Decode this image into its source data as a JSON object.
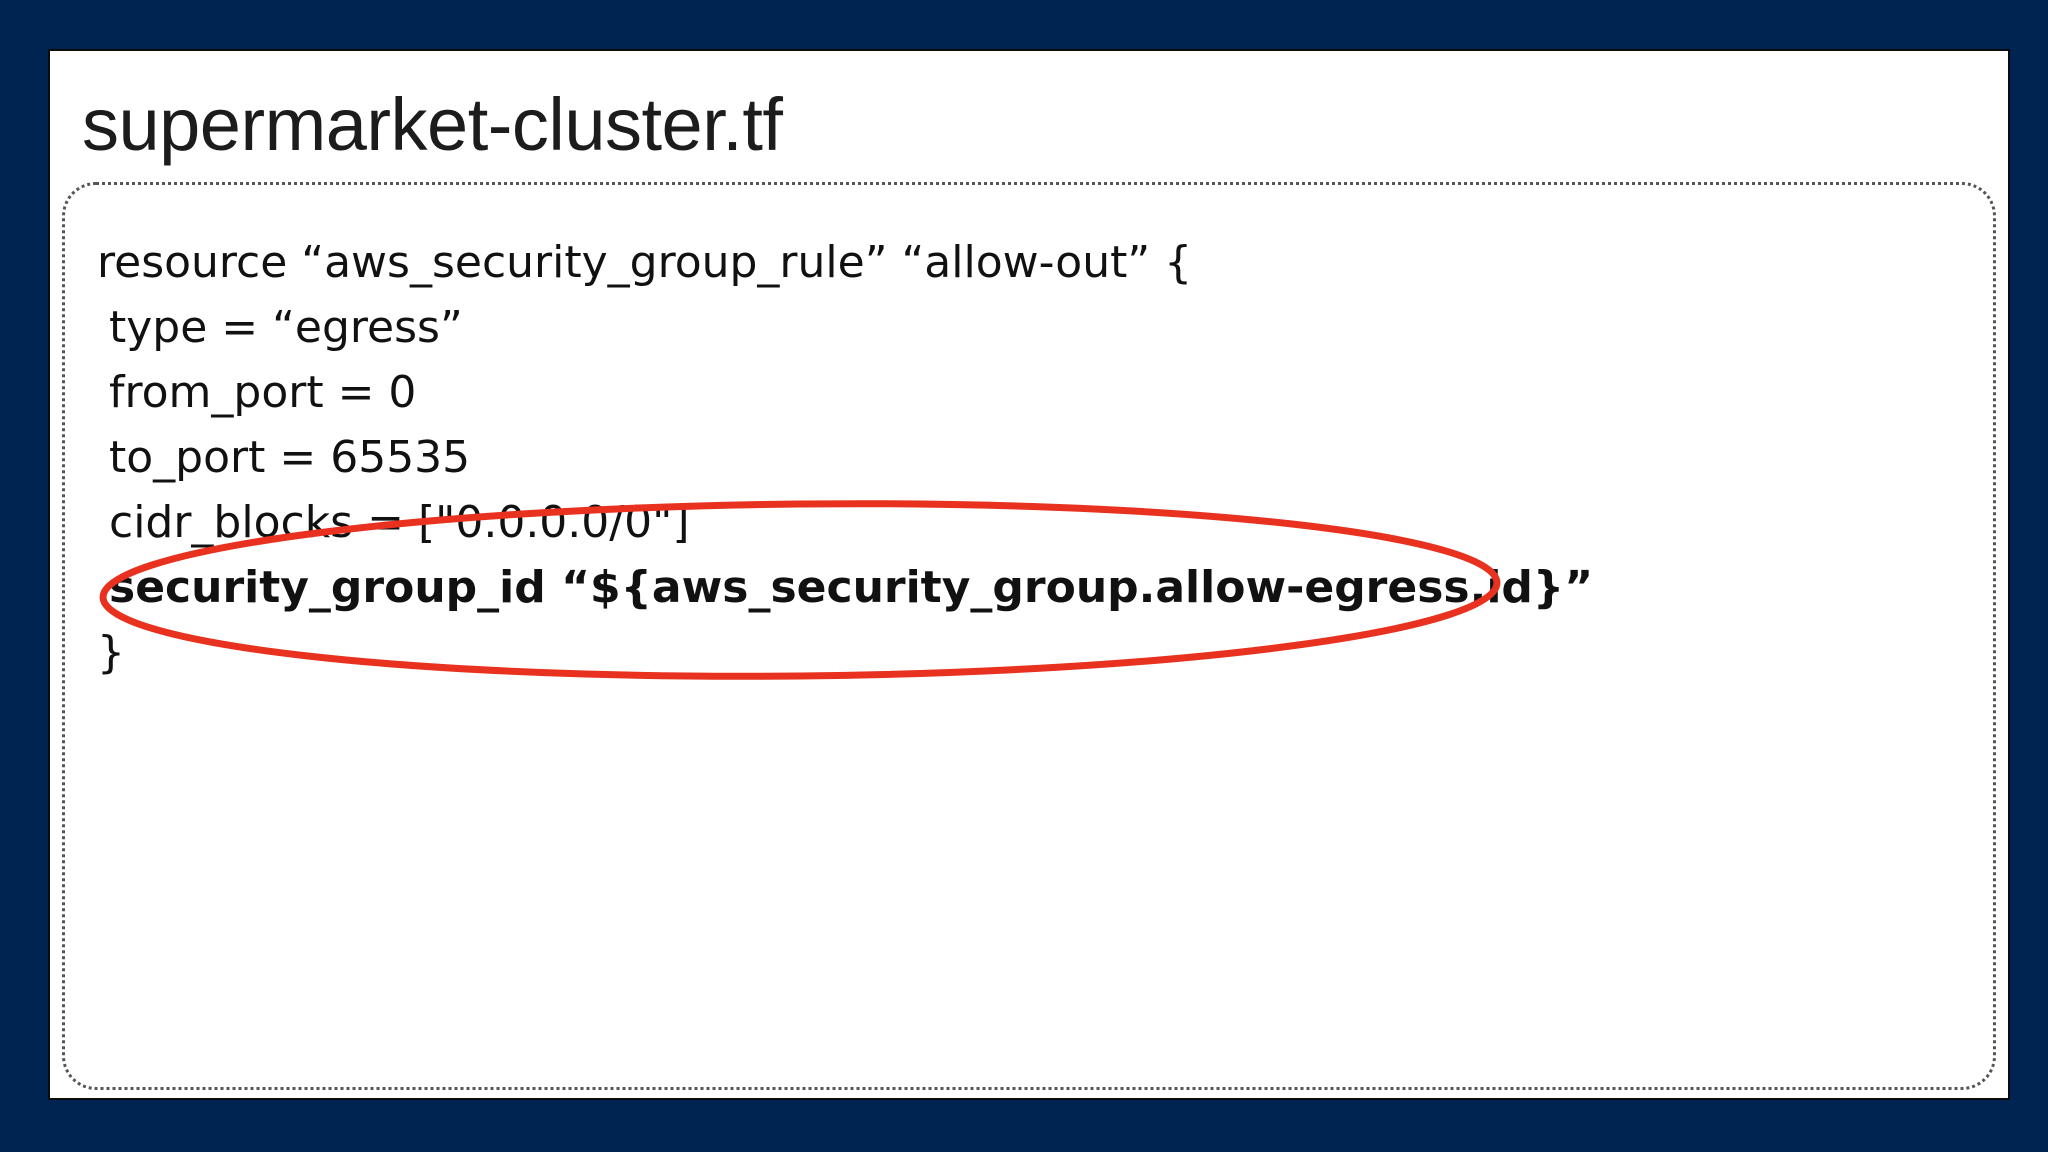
{
  "slide": {
    "title": "supermarket-cluster.tf",
    "code_lines": [
      "resource “aws_security_group_rule” “allow-out” {",
      "type = “egress”",
      "from_port = 0",
      "to_port = 65535",
      "cidr_blocks = [\"0.0.0.0/0\"]",
      "security_group_id “${aws_security_group.allow-egress.id}”",
      "}"
    ],
    "highlight_color": "#e8321f",
    "background_color": "#002452"
  }
}
